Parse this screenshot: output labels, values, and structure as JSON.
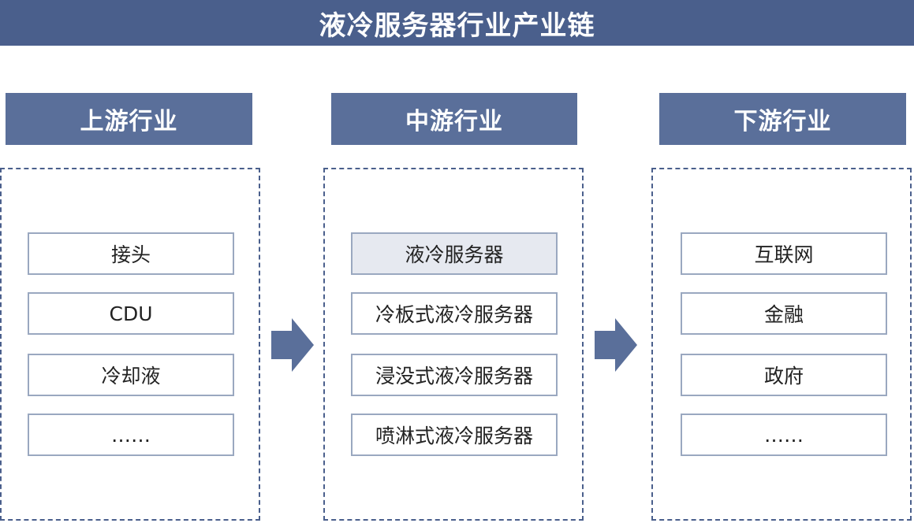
{
  "title": "液冷服务器行业产业链",
  "columns": [
    {
      "header": "上游行业",
      "items": [
        "接头",
        "CDU",
        "冷却液",
        "……"
      ]
    },
    {
      "header": "中游行业",
      "items": [
        "液冷服务器",
        "冷板式液冷服务器",
        "浸没式液冷服务器",
        "喷淋式液冷服务器"
      ]
    },
    {
      "header": "下游行业",
      "items": [
        "互联网",
        "金融",
        "政府",
        "……"
      ]
    }
  ],
  "colors": {
    "title_bg": "#4a5f8c",
    "header_bg": "#5a6f9a",
    "arrow": "#5a6f9a",
    "highlight_bg": "#e6e9f0"
  },
  "icons": [
    "arrow-right-icon"
  ]
}
